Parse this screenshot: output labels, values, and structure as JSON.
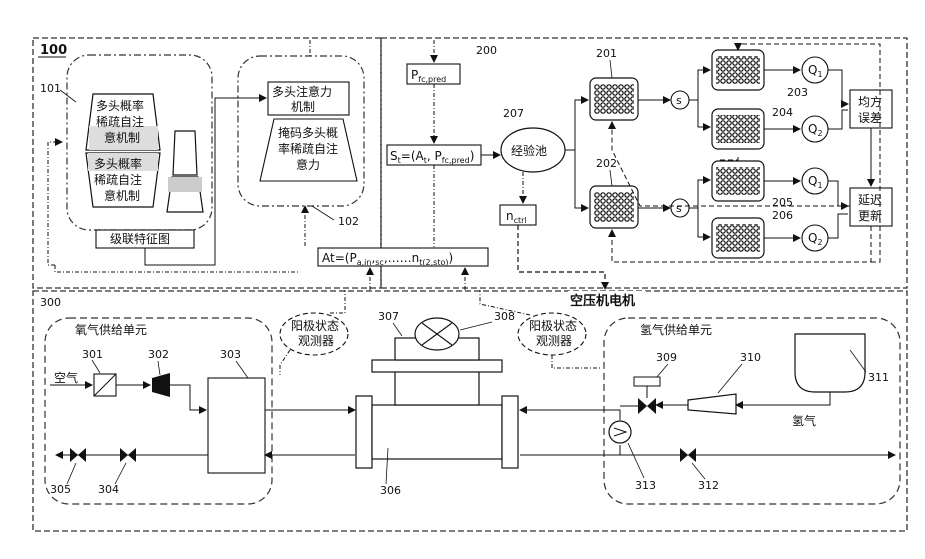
{
  "sections": {
    "s100": "100",
    "s200": "200",
    "s300": "300"
  },
  "left": {
    "n101": "101",
    "n102": "102",
    "box_a": [
      "多头概率",
      "稀疏自注",
      "意机制"
    ],
    "box_b": [
      "多头概率",
      "稀疏自注",
      "意机制"
    ],
    "mh_attention": [
      "多头注意力",
      "机制"
    ],
    "mask_attention": [
      "掩码多头概",
      "率稀疏自注",
      "意力"
    ],
    "feature_map": "级联特征图"
  },
  "mid": {
    "p_pred": "P",
    "p_pred_sub": "fc,pred",
    "st_eq": "S",
    "st_eq_sub": "t",
    "st_eq_body": "=(A",
    "st_eq_sub2": "t",
    "st_eq_body2": ", P",
    "st_eq_sub3": "fc,pred",
    "st_eq_body3": ")",
    "n207": "207",
    "exp_pool": "经验池",
    "nctrl": "n",
    "nctrl_sub": "ctrl",
    "at_eq_a": "At=(P",
    "at_eq_a_sub": "a,in",
    "at_eq_b": ",",
    "at_eq_b_sub": "sc",
    "at_eq_c": ",……n",
    "at_eq_c_sub": "t(2,sto)",
    "at_eq_d": ")"
  },
  "right": {
    "n201": "201",
    "n202": "202",
    "n203": "203",
    "n204": "204",
    "n205": "205",
    "n206": "206",
    "s": "s",
    "q1": "Q",
    "q1_sub": "1",
    "q2": "Q",
    "q2_sub": "2",
    "mse": [
      "均方",
      "误差"
    ],
    "delay_update": [
      "延迟",
      "更新"
    ]
  },
  "bottom": {
    "compressor": "空压机电机",
    "o2_unit": "氧气供给单元",
    "h2_unit": "氢气供给单元",
    "anode_obs_left": [
      "阳极状态",
      "观测器"
    ],
    "anode_obs_right": [
      "阳极状态",
      "观测器"
    ],
    "air": "空气",
    "hydrogen": "氢气",
    "n301": "301",
    "n302": "302",
    "n303": "303",
    "n304": "304",
    "n305": "305",
    "n306": "306",
    "n307": "307",
    "n308": "308",
    "n309": "309",
    "n310": "310",
    "n311": "311",
    "n312": "312",
    "n313": "313"
  }
}
